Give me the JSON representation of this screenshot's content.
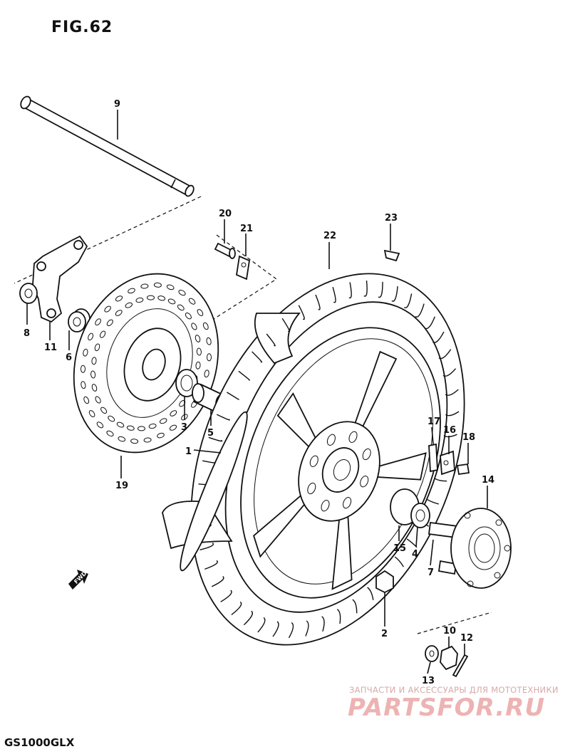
{
  "figure_title": "FIG.62",
  "model_code": "GS1000GLX",
  "direction_arrow": "FWD",
  "watermark": {
    "subtitle": "ЗАПЧАСТИ И АКСЕССУАРЫ ДЛЯ МОТОТЕХНИКИ",
    "brand": "PARTSFOR.RU"
  },
  "callouts": [
    "1",
    "2",
    "3",
    "4",
    "5",
    "6",
    "7",
    "8",
    "9",
    "10",
    "11",
    "12",
    "13",
    "14",
    "15",
    "16",
    "17",
    "18",
    "19",
    "20",
    "21",
    "22",
    "23"
  ],
  "colors": {
    "ink": "#111111",
    "paper": "#ffffff",
    "watermark": "#e89a9a"
  }
}
